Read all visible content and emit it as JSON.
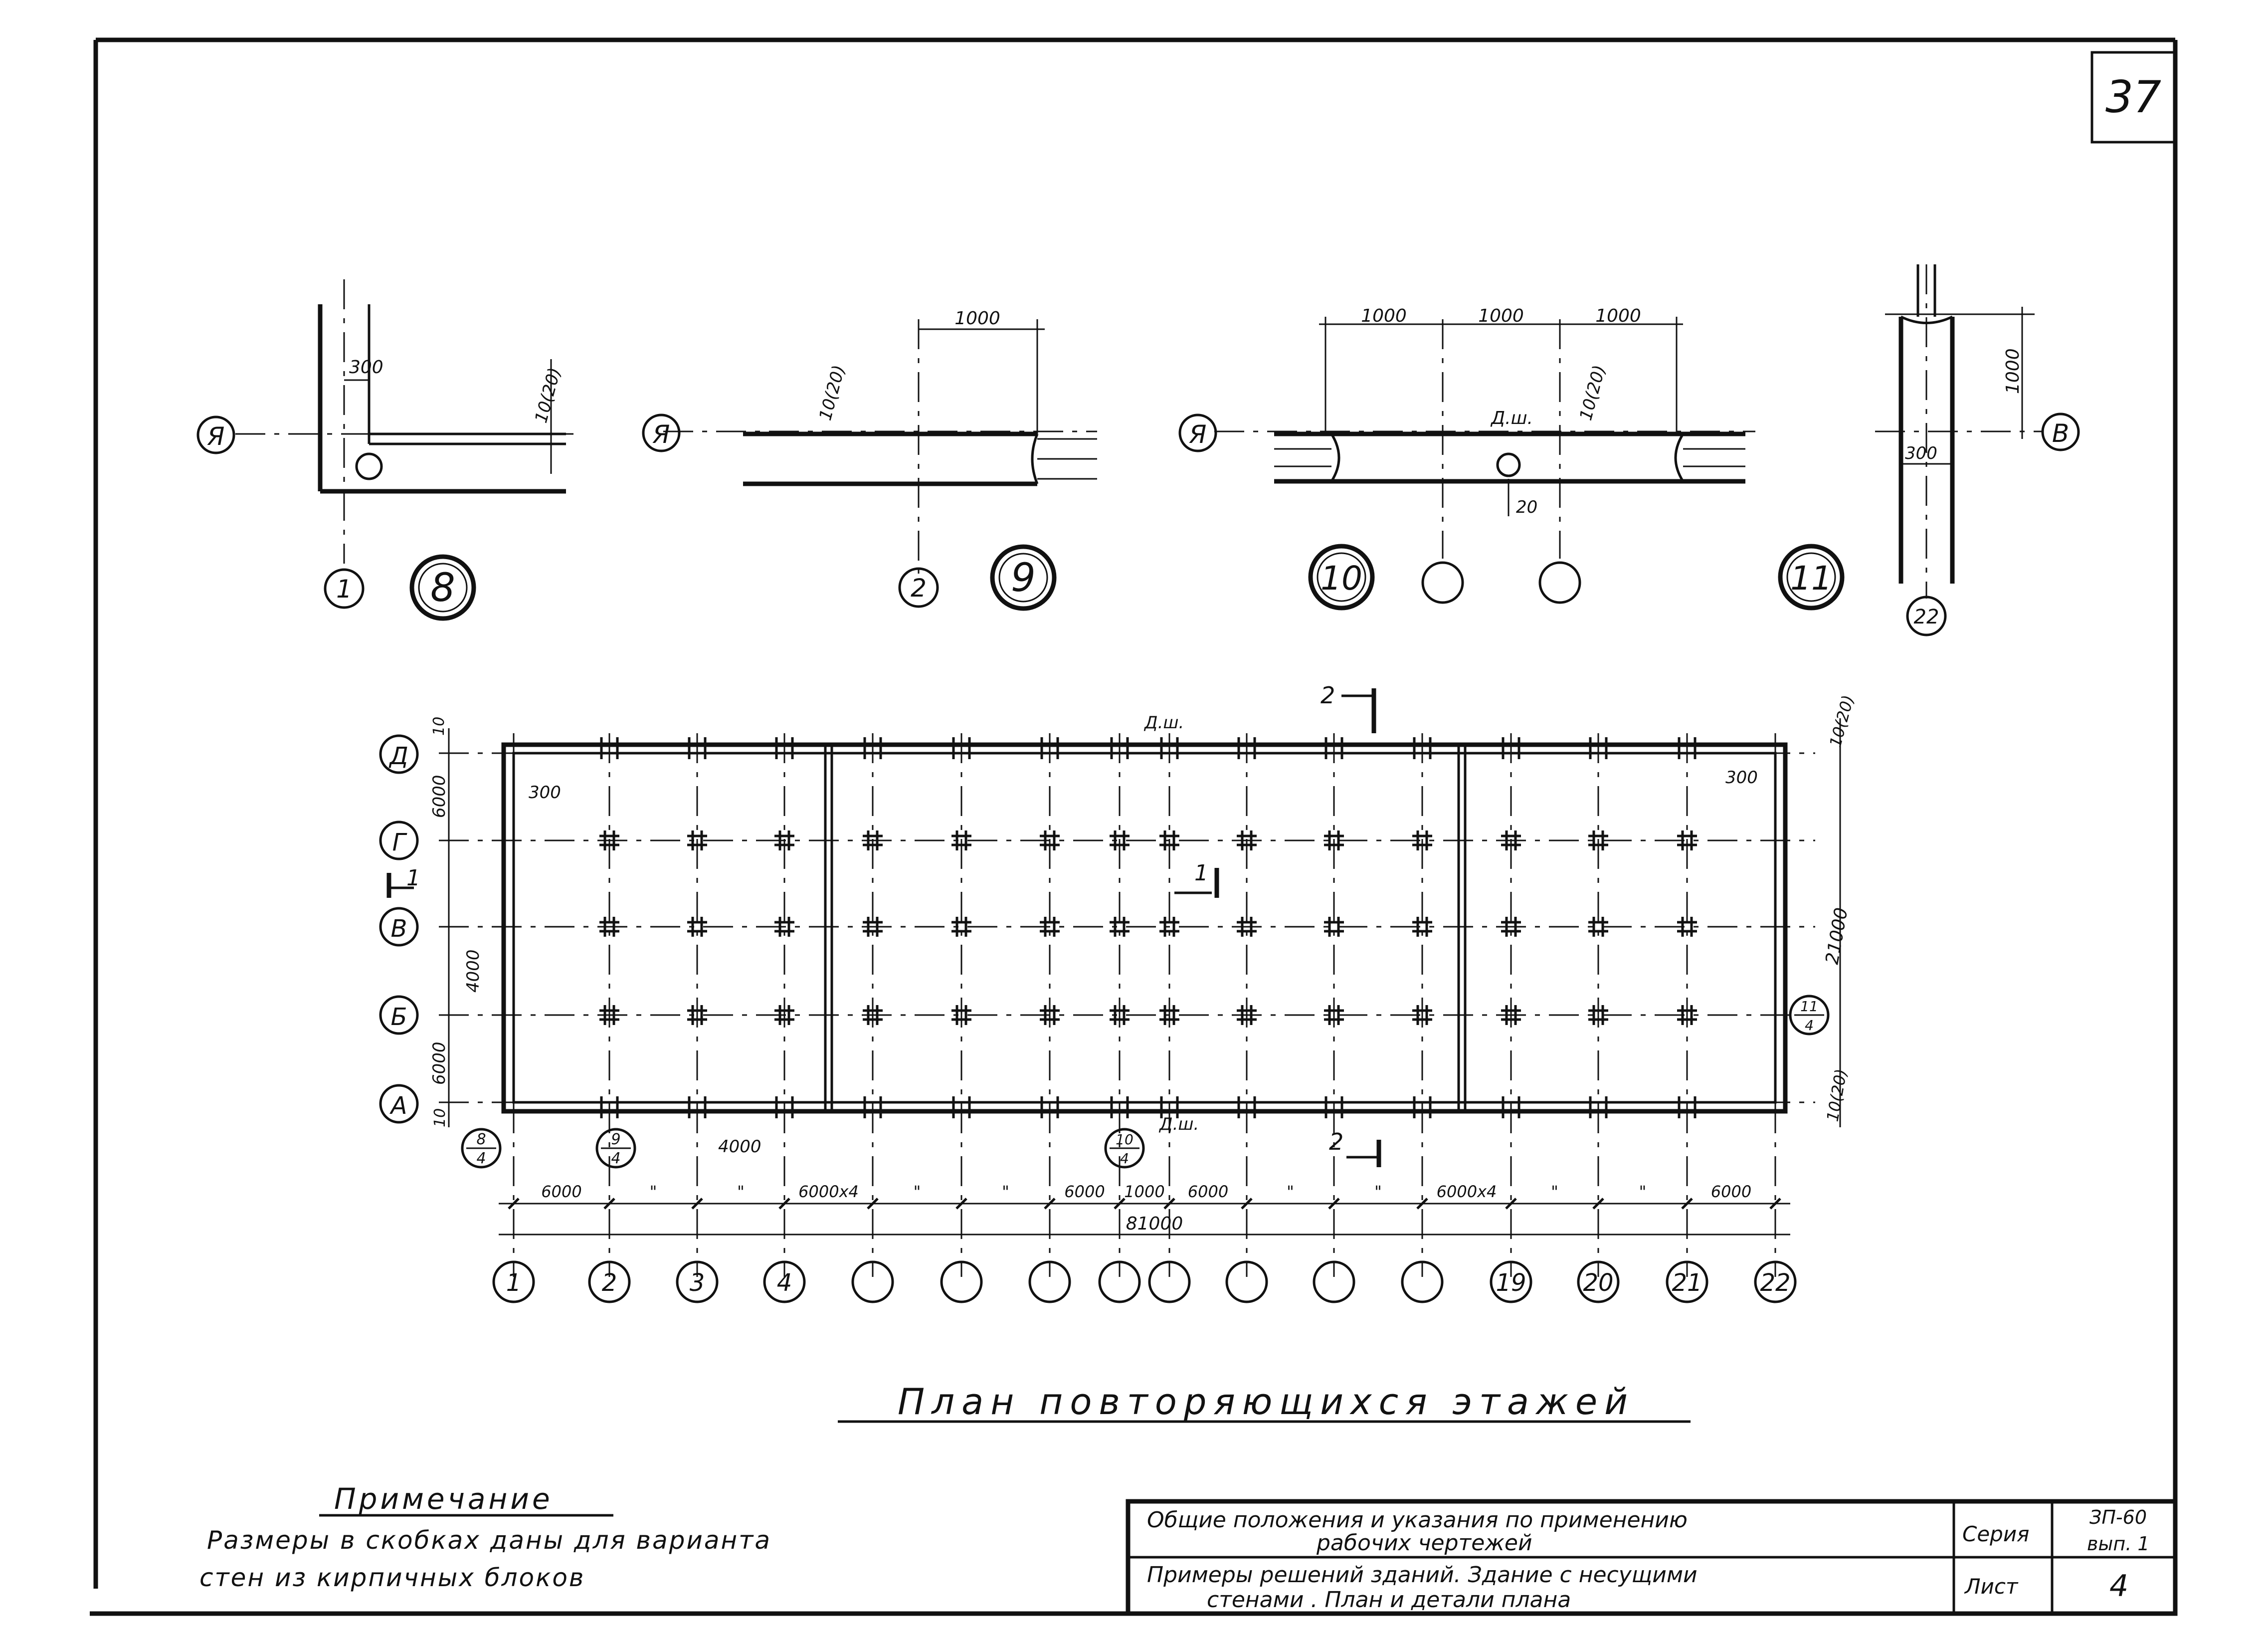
{
  "sheet": {
    "page_number": "37",
    "title": "План повторяющихся этажей",
    "note_heading": "Примечание",
    "note_lines": [
      "Размеры в скобках даны для варианта",
      "стен из кирпичных блоков"
    ]
  },
  "title_block": {
    "row1": [
      "Общие положения и указания по применению",
      "рабочих чертежей"
    ],
    "row2": [
      "Примеры решений зданий. Здание с несущими",
      "стенами . План и детали плана"
    ],
    "series_label": "Серия",
    "series_value": [
      "ЗП-60",
      "вып. 1"
    ],
    "sheet_label": "Лист",
    "sheet_value": "4"
  },
  "details": {
    "d8": {
      "label": "8",
      "axis_letter": "Я",
      "axis_num": "1",
      "dim_a": "300",
      "dim_b": "10(20)"
    },
    "d9": {
      "label": "9",
      "axis_letter": "Я",
      "axis_num": "2",
      "dim_a": "1000",
      "dim_b": "10(20)"
    },
    "d10": {
      "label": "10",
      "axis_letter": "Я",
      "dims": [
        "1000",
        "1000",
        "1000"
      ],
      "dim_b": "10(20)",
      "dim_c": "20",
      "note": "Д.ш."
    },
    "d11": {
      "label": "11",
      "axis_letter": "В",
      "axis_num": "22",
      "dim_a": "1000",
      "dim_b": "300"
    }
  },
  "plan": {
    "row_axes": [
      "Д",
      "Г",
      "В",
      "Б",
      "А"
    ],
    "col_axes": [
      "1",
      "2",
      "3",
      "4",
      "",
      "",
      "",
      "",
      "",
      "",
      "",
      "",
      "19",
      "20",
      "21",
      "22"
    ],
    "left_dims": [
      "10",
      "6000",
      "4000",
      "6000",
      "10"
    ],
    "right_dims": [
      "10(20)",
      "21000",
      "10(20)"
    ],
    "dim_300": "300",
    "dim_300_r": "300",
    "dim_4000": "4000",
    "bottom_dims": [
      "6000",
      "\"",
      "\"",
      "6000x4",
      "\"",
      "\"",
      "6000",
      "1000",
      "6000",
      "\"",
      "\"",
      "6000x4",
      "\"",
      "\"",
      "6000"
    ],
    "overall_dim": "81000",
    "callouts": {
      "c1": {
        "num": "8",
        "den": "4"
      },
      "c2": {
        "num": "9",
        "den": "4"
      },
      "c3": {
        "num": "10",
        "den": "4"
      },
      "c4": {
        "num": "11",
        "den": "4"
      }
    },
    "section_top": "2",
    "section_bottom": "2",
    "section_left": "1",
    "section_mid": "1",
    "note_top": "Д.ш.",
    "note_bottom": "Д.ш."
  },
  "colors": {
    "ink": "#111111",
    "paper": "#ffffff"
  }
}
